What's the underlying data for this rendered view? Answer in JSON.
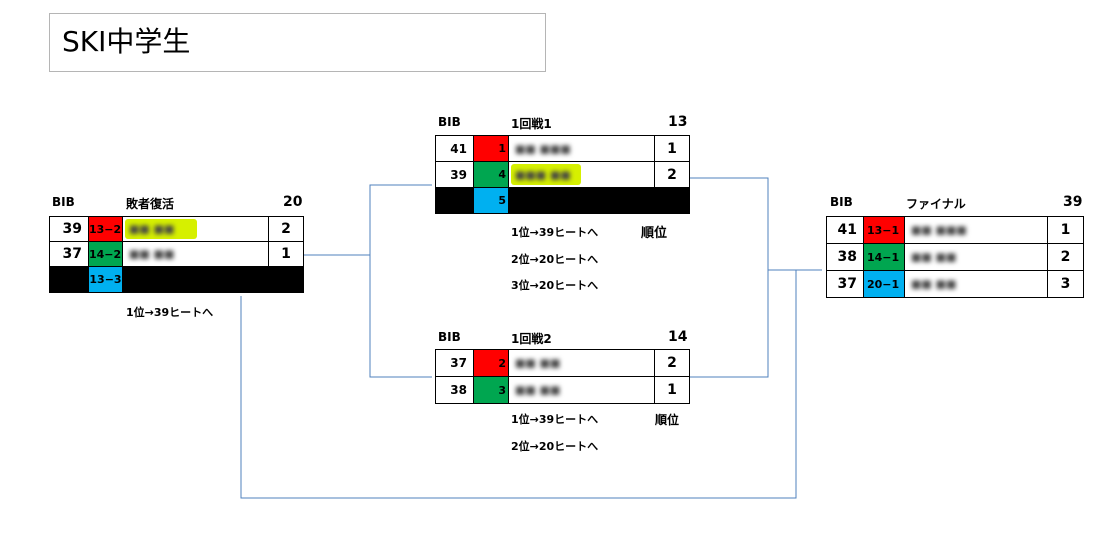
{
  "page_title": "SKI中学生",
  "colors": {
    "red": "#ff0000",
    "green": "#00a650",
    "blue": "#00b0f0",
    "highlight": "#d6f000",
    "line": "#4f81bd"
  },
  "heats": {
    "repechage": {
      "bib_label": "BIB",
      "name": "敗者復活",
      "number": "20",
      "rows": [
        {
          "bib": "39",
          "lane": "13−2",
          "lane_color": "red",
          "place": "2",
          "highlight": true
        },
        {
          "bib": "37",
          "lane": "14−2",
          "lane_color": "green",
          "place": "1",
          "highlight": false
        },
        {
          "bib": "",
          "lane": "13−3",
          "lane_color": "blue",
          "place": "",
          "empty": true
        }
      ],
      "advance_notes": [
        "1位→39ヒートへ"
      ]
    },
    "round1_1": {
      "bib_label": "BIB",
      "name": "1回戦1",
      "number": "13",
      "rows": [
        {
          "bib": "41",
          "lane": "1",
          "lane_color": "red",
          "place": "1",
          "highlight": false
        },
        {
          "bib": "39",
          "lane": "4",
          "lane_color": "green",
          "place": "2",
          "highlight": true
        },
        {
          "bib": "",
          "lane": "5",
          "lane_color": "blue",
          "place": "",
          "empty": true
        }
      ],
      "rank_label": "順位",
      "advance_notes": [
        "1位→39ヒートへ",
        "2位→20ヒートへ",
        "3位→20ヒートへ"
      ]
    },
    "round1_2": {
      "bib_label": "BIB",
      "name": "1回戦2",
      "number": "14",
      "rows": [
        {
          "bib": "37",
          "lane": "2",
          "lane_color": "red",
          "place": "2",
          "highlight": false
        },
        {
          "bib": "38",
          "lane": "3",
          "lane_color": "green",
          "place": "1",
          "highlight": false
        }
      ],
      "rank_label": "順位",
      "advance_notes": [
        "1位→39ヒートへ",
        "2位→20ヒートへ"
      ]
    },
    "final": {
      "bib_label": "BIB",
      "name": "ファイナル",
      "number": "39",
      "rows": [
        {
          "bib": "41",
          "lane": "13−1",
          "lane_color": "red",
          "place": "1",
          "highlight": false
        },
        {
          "bib": "38",
          "lane": "14−1",
          "lane_color": "green",
          "place": "2",
          "highlight": false
        },
        {
          "bib": "37",
          "lane": "20−1",
          "lane_color": "blue",
          "place": "3",
          "highlight": false
        }
      ]
    }
  }
}
